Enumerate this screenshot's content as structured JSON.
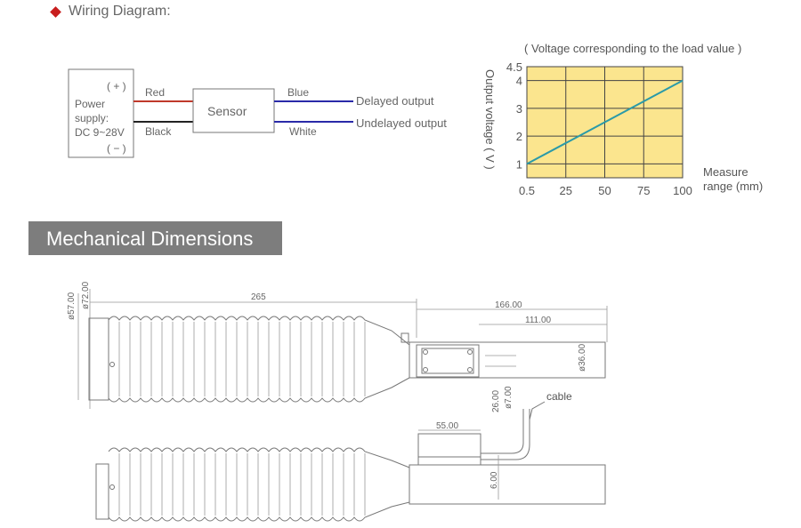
{
  "wiring": {
    "heading": "Wiring Diagram:",
    "power_plus": "( + )",
    "power_line1": "Power",
    "power_line2": "supply:",
    "power_line3": "DC 9~28V",
    "power_minus": "( − )",
    "wire_red": "Red",
    "wire_black": "Black",
    "sensor_label": "Sensor",
    "wire_blue": "Blue",
    "wire_white": "White",
    "out_delayed": "Delayed output",
    "out_undelayed": "Undelayed output",
    "colors": {
      "red": "#c0392b",
      "black": "#222222",
      "blue": "#2a2aa8",
      "white": "#2a2aa8"
    }
  },
  "chart_data": {
    "type": "line",
    "title": "( Voltage corresponding to the load value )",
    "ylabel": "Output voltage ( V )",
    "xlabel": "Measure range (mm)",
    "xlabel_line1": "Measure",
    "xlabel_line2": "range (mm)",
    "x_ticks": [
      "0.5",
      "25",
      "50",
      "75",
      "100"
    ],
    "y_ticks": [
      "1",
      "2",
      "3",
      "4",
      "4.5"
    ],
    "x_tick_values": [
      0,
      25,
      50,
      75,
      100
    ],
    "y_tick_values": [
      1,
      2,
      3,
      4,
      4.5
    ],
    "xlim": [
      0,
      100
    ],
    "ylim": [
      0.5,
      4.5
    ],
    "grid": true,
    "background": "#fbe58e",
    "line_color": "#2a9aa8",
    "series": [
      {
        "x": [
          0,
          100
        ],
        "y": [
          1,
          4
        ]
      }
    ]
  },
  "mechanical": {
    "heading": "Mechanical Dimensions",
    "dim_265": "265",
    "dim_166": "166.00",
    "dim_111": "111.00",
    "dim_phi57": "ø57.00",
    "dim_phi72": "ø72.00",
    "dim_phi36": "ø36.00",
    "dim_26": "26.00",
    "dim_phi7": "ø7.00",
    "dim_55": "55.00",
    "dim_6": "6.00",
    "cable_label": "cable"
  }
}
